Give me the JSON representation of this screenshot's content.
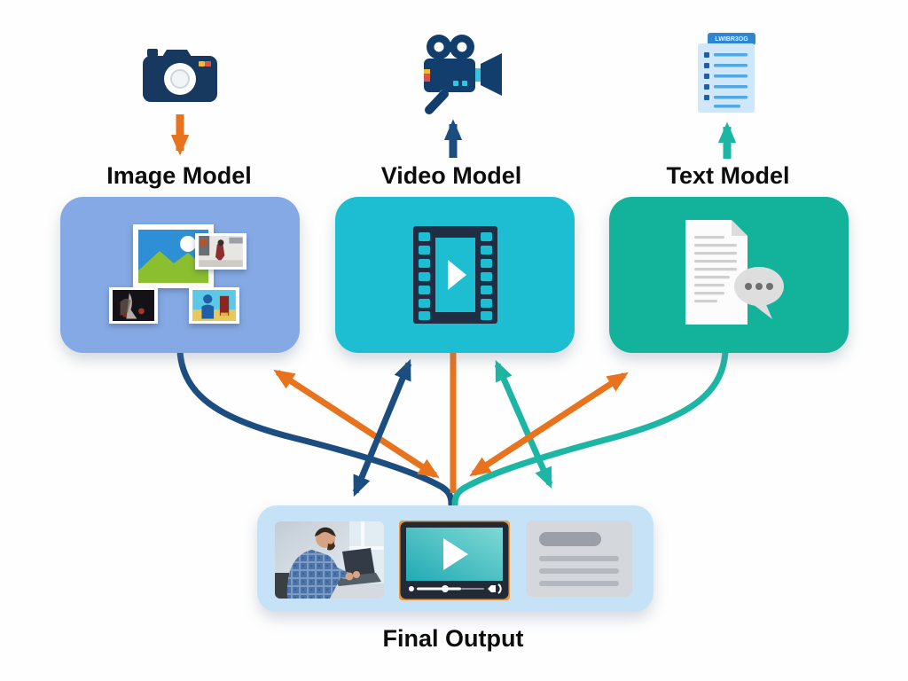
{
  "diagram": {
    "background_color": "#fefefe",
    "palette": {
      "navy": "#1b4d80",
      "orange": "#e8731c",
      "teal": "#1db6a4",
      "image_box_blue": "#85a9e4",
      "video_box_cyan": "#1ebed2",
      "text_box_green": "#13b29b",
      "final_box_blue": "#c6e2f6",
      "label_black": "#0d0d0d"
    },
    "models": [
      {
        "id": "image_model",
        "label": "Image Model",
        "box_color": "#85a9e4",
        "source_icon": "camera-icon",
        "source_arrow": {
          "color": "#e8731c",
          "direction": "down"
        }
      },
      {
        "id": "video_model",
        "label": "Video Model",
        "box_color": "#1ebed2",
        "source_icon": "video-camera-icon",
        "source_arrow": {
          "color": "#1b4d80",
          "direction": "up"
        }
      },
      {
        "id": "text_model",
        "label": "Text Model",
        "box_color": "#13b29b",
        "source_icon": "document-list-icon",
        "source_arrow": {
          "color": "#1db6a4",
          "direction": "up"
        }
      }
    ],
    "final_output": {
      "label": "Final Output",
      "box_color": "#c6e2f6",
      "items": [
        "photo-thumbnail",
        "video-player-thumbnail",
        "text-snippet"
      ]
    },
    "document_tab_text": "LWIBR3OG",
    "connections": [
      {
        "from": "image_model",
        "to": "final_output",
        "style": "curved",
        "color": "navy",
        "arrowheads": "none"
      },
      {
        "from": "video_model",
        "to": "final_output",
        "style": "straight-vertical",
        "color": "orange",
        "arrowheads": "none"
      },
      {
        "from": "text_model",
        "to": "final_output",
        "style": "curved",
        "color": "teal",
        "arrowheads": "none"
      },
      {
        "between": [
          "image_model",
          "final_output"
        ],
        "style": "diagonal",
        "color": "orange",
        "arrowheads": "both"
      },
      {
        "between": [
          "video_model",
          "final_output"
        ],
        "style": "diagonal",
        "color": "navy",
        "arrowheads": "both"
      },
      {
        "between": [
          "video_model",
          "final_output"
        ],
        "style": "diagonal",
        "color": "teal",
        "arrowheads": "both"
      },
      {
        "between": [
          "text_model",
          "final_output"
        ],
        "style": "diagonal",
        "color": "orange",
        "arrowheads": "both"
      }
    ]
  }
}
